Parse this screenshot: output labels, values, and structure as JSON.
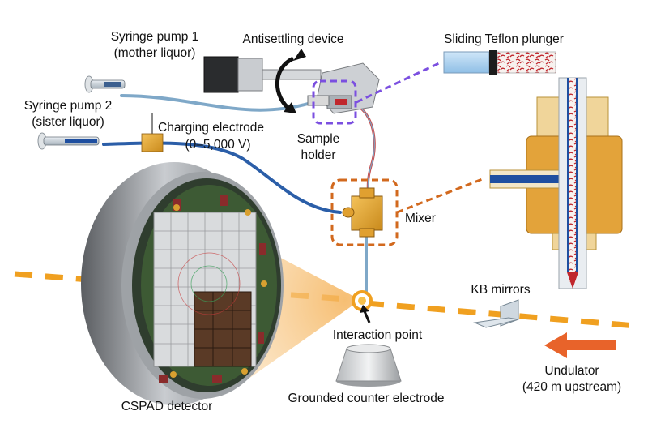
{
  "labels": {
    "syringe1_line1": "Syringe pump 1",
    "syringe1_line2": "(mother liquor)",
    "syringe2_line1": "Syringe pump 2",
    "syringe2_line2": "(sister liquor)",
    "antisettling": "Antisettling device",
    "plunger": "Sliding Teflon plunger",
    "charging_line1": "Charging electrode",
    "charging_line2": "(0–5,000 V)",
    "sample_line1": "Sample",
    "sample_line2": "holder",
    "mixer": "Mixer",
    "kb_mirrors": "KB mirrors",
    "interaction": "Interaction point",
    "undulator_line1": "Undulator",
    "undulator_line2": "(420 m upstream)",
    "cspad": "CSPAD detector",
    "counter_electrode": "Grounded counter electrode"
  },
  "colors": {
    "xray_beam": "#f0a020",
    "callout_mixer": "#d2691e",
    "callout_holder": "#7b4fe0",
    "tubing": "#7fa8c8",
    "tubing_dark": "#1f4fa0",
    "brass": "#e0a030",
    "arrow": "#e8632a"
  }
}
